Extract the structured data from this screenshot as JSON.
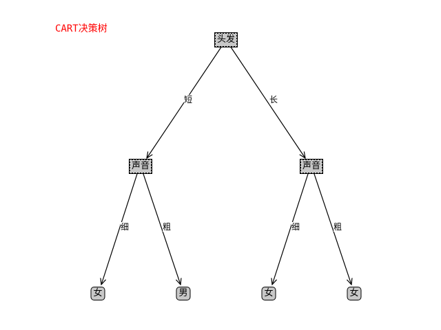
{
  "title": "CART决策树",
  "colors": {
    "title": "#ff0000",
    "decision_fill": "#c8c8c8",
    "leaf_fill": "#c8c8c8",
    "edge": "#000000"
  },
  "tree": {
    "root": {
      "label": "头发"
    },
    "decisions": [
      {
        "label": "声音"
      },
      {
        "label": "声音"
      }
    ],
    "leaves": [
      {
        "label": "女"
      },
      {
        "label": "男"
      },
      {
        "label": "女"
      },
      {
        "label": "女"
      }
    ],
    "edge_labels": {
      "root_left": "短",
      "root_right": "长",
      "left_left": "细",
      "left_right": "粗",
      "right_left": "细",
      "right_right": "粗"
    }
  }
}
